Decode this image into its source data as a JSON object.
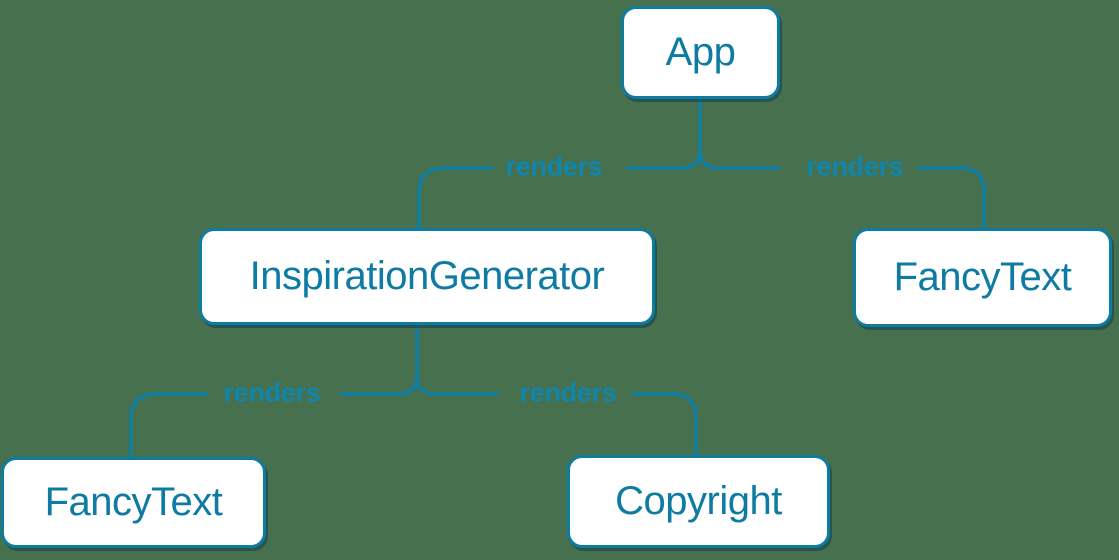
{
  "colors": {
    "background": "#47704e",
    "node_fill": "#ffffff",
    "node_border": "#0e7ba1",
    "node_text": "#0e7ba3",
    "edge_line": "#0f80a4",
    "edge_label_text": "#0f86ae"
  },
  "nodes": [
    {
      "id": "app",
      "label": "App"
    },
    {
      "id": "inspiration-generator",
      "label": "InspirationGenerator"
    },
    {
      "id": "fancy-text-top",
      "label": "FancyText"
    },
    {
      "id": "fancy-text-bottom",
      "label": "FancyText"
    },
    {
      "id": "copyright",
      "label": "Copyright"
    }
  ],
  "edges": [
    {
      "from": "App",
      "to": "InspirationGenerator",
      "label": "renders"
    },
    {
      "from": "App",
      "to": "FancyText",
      "label": "renders"
    },
    {
      "from": "InspirationGenerator",
      "to": "FancyText",
      "label": "renders"
    },
    {
      "from": "InspirationGenerator",
      "to": "Copyright",
      "label": "renders"
    }
  ]
}
